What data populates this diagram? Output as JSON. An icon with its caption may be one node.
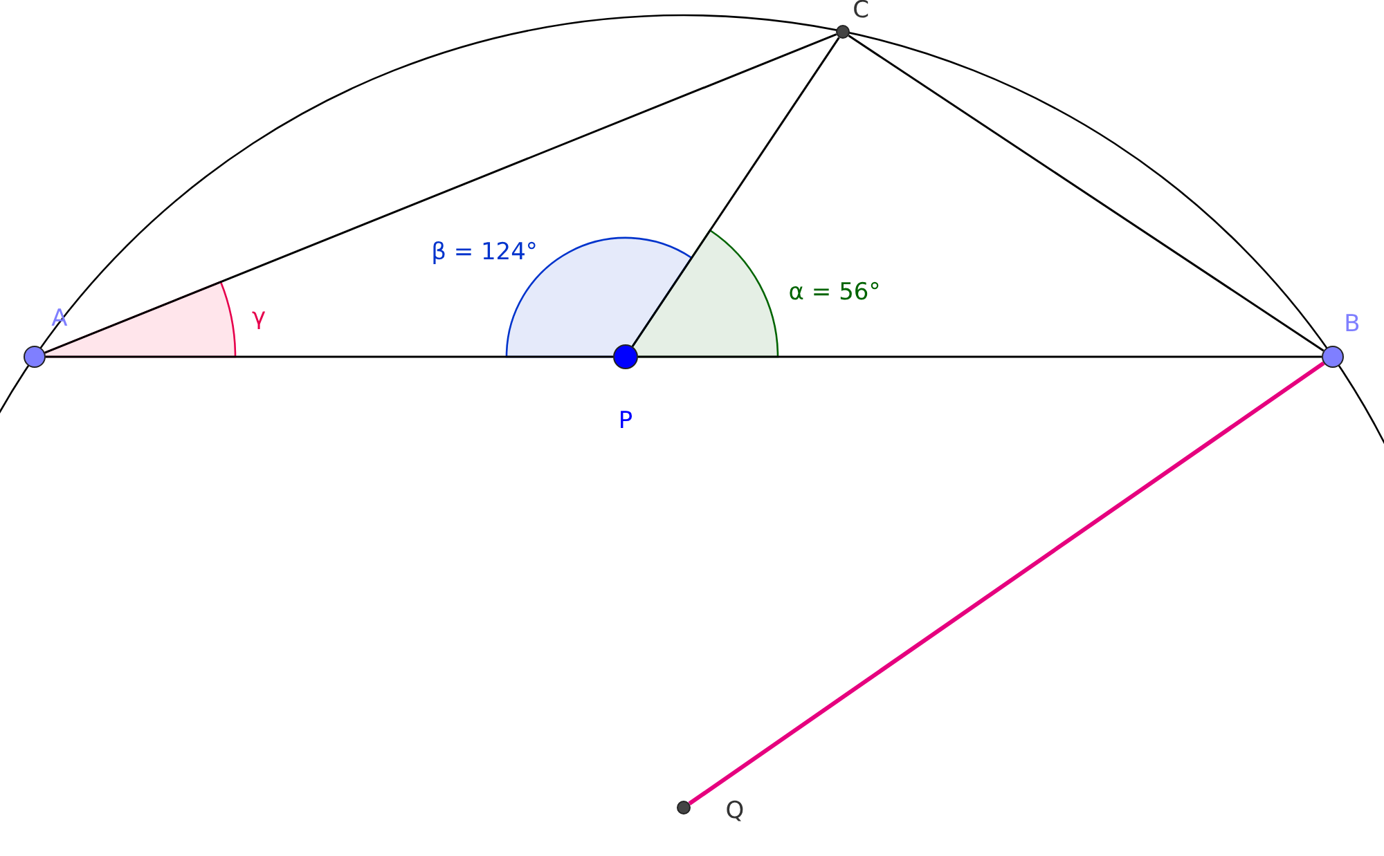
{
  "diagram": {
    "nodes": [
      {
        "text": [],
        "shape": "circle",
        "beside": [
          "C"
        ]
      },
      {
        "text": [],
        "shape": "circle",
        "beside": [
          "A"
        ]
      },
      {
        "text": [],
        "shape": "circle",
        "beside": [
          "P"
        ]
      },
      {
        "text": [],
        "shape": "circle",
        "beside": [
          "B"
        ]
      },
      {
        "text": [],
        "shape": "circle",
        "beside": [
          "Q"
        ]
      }
    ],
    "edges": [
      {
        "from": 1,
        "to": 0,
        "arrow": "none"
      },
      {
        "from": 0,
        "to": 3,
        "arrow": "none"
      },
      {
        "from": 2,
        "to": 0,
        "arrow": "none"
      },
      {
        "from": 1,
        "to": 2,
        "arrow": "none"
      },
      {
        "from": 2,
        "to": 3,
        "arrow": "none"
      },
      {
        "from": 3,
        "to": 4,
        "arrow": "none",
        "style": "thick",
        "color": "#e6007e"
      }
    ],
    "labels": [
      "β = 124°",
      "α = 56°",
      "γ"
    ]
  }
}
